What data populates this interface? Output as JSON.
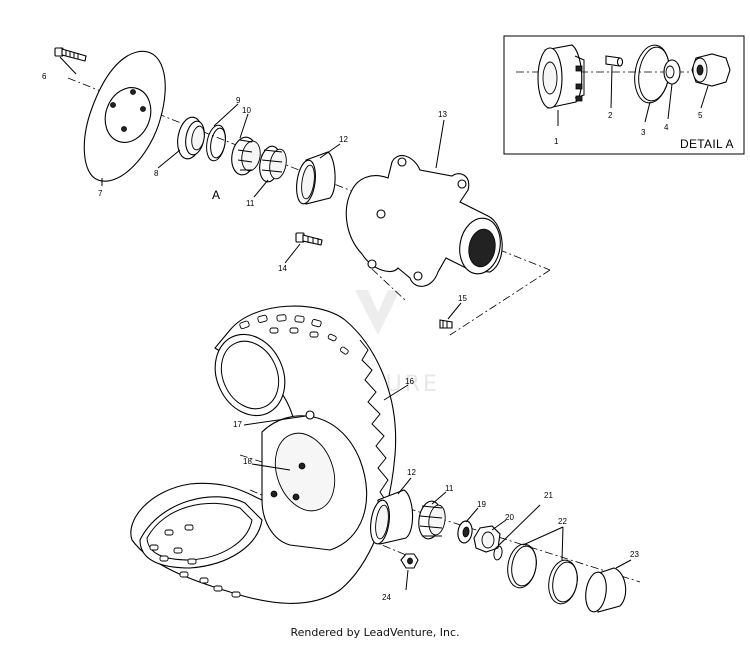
{
  "callouts": {
    "c1": "1",
    "c2": "2",
    "c3": "3",
    "c4": "4",
    "c5": "5",
    "c6": "6",
    "c7": "7",
    "c8": "8",
    "c9": "9",
    "c10": "10",
    "c11a": "11",
    "c11b": "11",
    "c12a": "12",
    "c12b": "12",
    "c13": "13",
    "c14": "14",
    "c15": "15",
    "c16": "16",
    "c17": "17",
    "c18": "18",
    "c19": "19",
    "c20": "20",
    "c21": "21",
    "c22": "22",
    "c23": "23",
    "c24": "24"
  },
  "detail_marker": "A",
  "detail_title": "DETAIL A",
  "watermark": "LEADVENTURE",
  "footer": "Rendered by LeadVenture, Inc."
}
